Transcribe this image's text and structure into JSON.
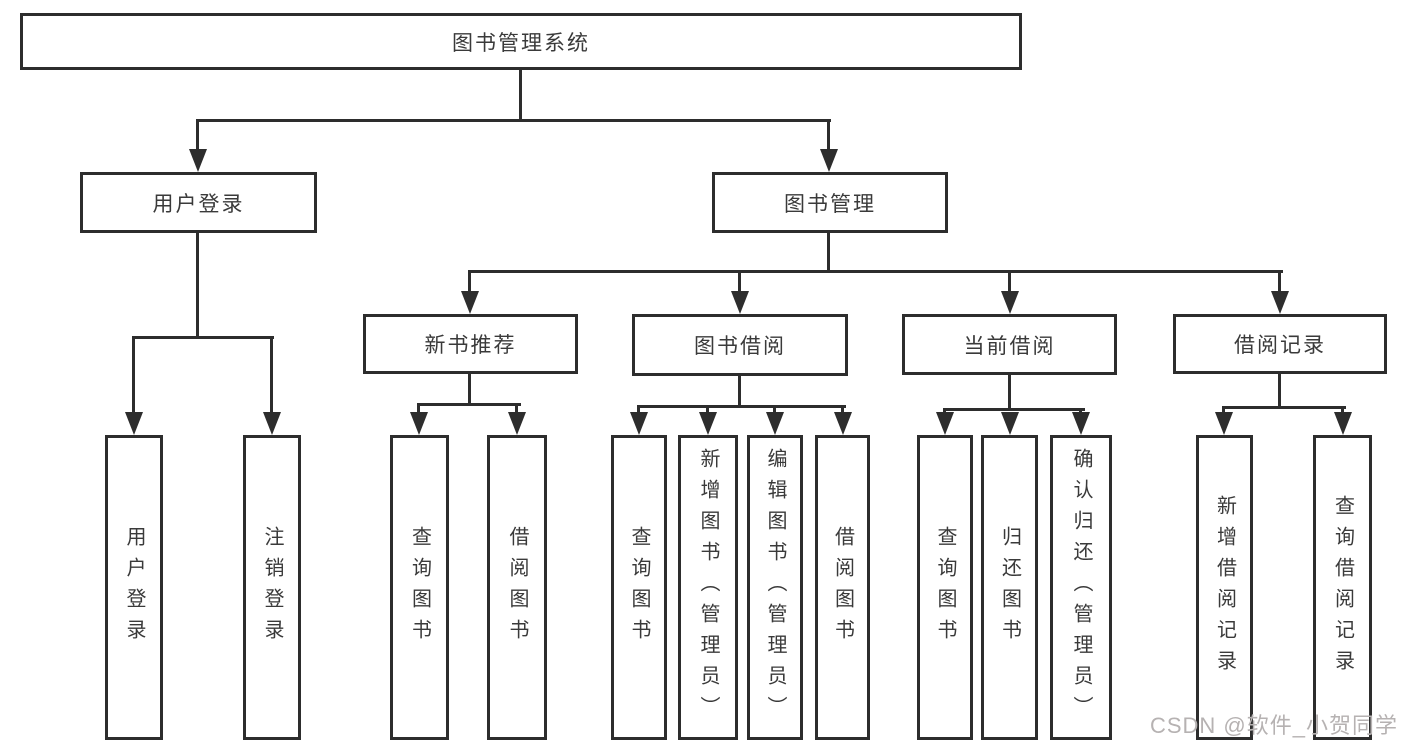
{
  "colors": {
    "line": "#2d2d2d",
    "text": "#3a3a3a",
    "background": "#ffffff",
    "watermark": "#b6b2b2"
  },
  "watermark": {
    "text": "CSDN @软件_小贺同学"
  },
  "tree": {
    "root": {
      "label": "图书管理系统"
    },
    "user_login": {
      "label": "用户登录",
      "children": [
        {
          "label": "用户登录"
        },
        {
          "label": "注销登录"
        }
      ]
    },
    "book_management": {
      "label": "图书管理",
      "new_book_recommend": {
        "label": "新书推荐",
        "children": [
          {
            "label": "查询图书"
          },
          {
            "label": "借阅图书"
          }
        ]
      },
      "book_borrowing": {
        "label": "图书借阅",
        "children": [
          {
            "label": "查询图书"
          },
          {
            "label": "新增图书（管理员）"
          },
          {
            "label": "编辑图书（管理员）"
          },
          {
            "label": "借阅图书"
          }
        ]
      },
      "current_borrowing": {
        "label": "当前借阅",
        "children": [
          {
            "label": "查询图书"
          },
          {
            "label": "归还图书"
          },
          {
            "label": "确认归还（管理员）"
          }
        ]
      },
      "borrowing_records": {
        "label": "借阅记录",
        "children": [
          {
            "label": "新增借阅记录"
          },
          {
            "label": "查询借阅记录"
          }
        ]
      }
    }
  }
}
